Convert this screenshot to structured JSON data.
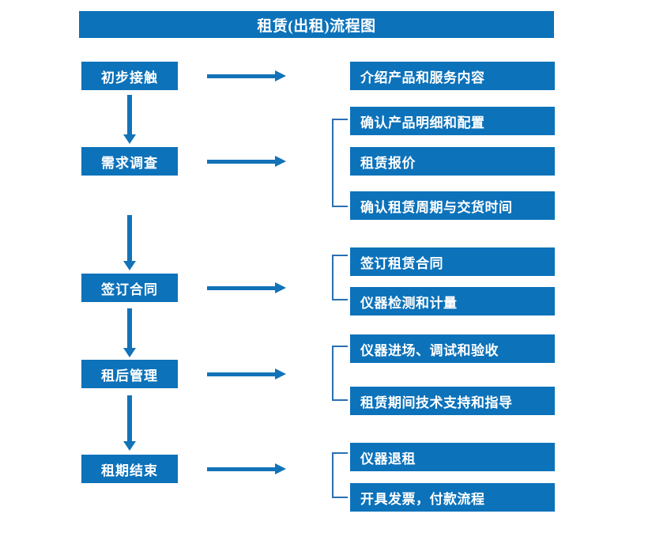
{
  "diagram": {
    "title": "租赁(出租)流程图",
    "accent_color": "#0c72ba",
    "arrow_color": "#1273b8",
    "bracket_color": "#2a6fb0",
    "text_color": "#ffffff",
    "background_color": "#ffffff"
  },
  "stages": [
    {
      "label": "初步接触"
    },
    {
      "label": "需求调查"
    },
    {
      "label": "签订合同"
    },
    {
      "label": "租后管理"
    },
    {
      "label": "租期结束"
    }
  ],
  "details": [
    {
      "label": "介绍产品和服务内容"
    },
    {
      "label": "确认产品明细和配置"
    },
    {
      "label": "租赁报价"
    },
    {
      "label": "确认租赁周期与交货时间"
    },
    {
      "label": "签订租赁合同"
    },
    {
      "label": "仪器检测和计量"
    },
    {
      "label": "仪器进场、调试和验收"
    },
    {
      "label": "租赁期间技术支持和指导"
    },
    {
      "label": "仪器退租"
    },
    {
      "label": "开具发票，付款流程"
    }
  ],
  "connectors": {
    "horizontal_arrow_count": 5,
    "vertical_arrow_count": 4,
    "bracket_count": 4
  }
}
